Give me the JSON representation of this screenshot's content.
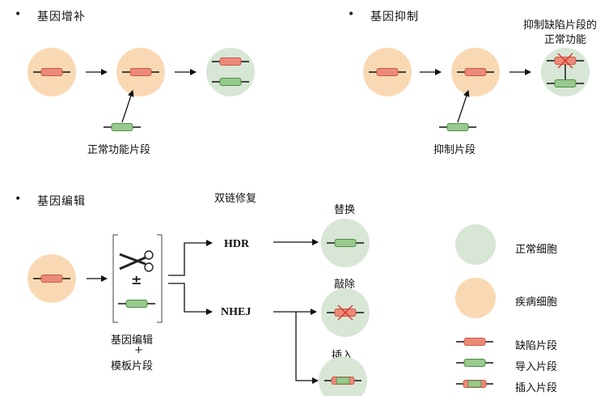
{
  "colors": {
    "normal_cell": "#d8e6d6",
    "disease_cell": "#f9d9b3",
    "defect_fill": "#ec8a79",
    "defect_stroke": "#c85a48",
    "normal_fill": "#98c98d",
    "normal_stroke": "#4e8e45",
    "cross": "#d9302b",
    "line": "#111111"
  },
  "sections": {
    "augmentation": {
      "title": "基因增补",
      "fragment_label": "正常功能片段"
    },
    "suppression": {
      "title": "基因抑制",
      "fragment_label": "抑制片段",
      "result_label_line1": "抑制缺陷片段的",
      "result_label_line2": "正常功能"
    },
    "editing": {
      "title": "基因编辑",
      "tool_label_line1": "基因编辑",
      "tool_label_plus": "+",
      "tool_label_line2": "模板片段",
      "plus_minus": "±",
      "repair_title": "双链修复",
      "hdr": "HDR",
      "nhej": "NHEJ",
      "replace": "替换",
      "knockout": "敲除",
      "insert": "插入"
    }
  },
  "legend": {
    "normal_cell": "正常细胞",
    "disease_cell": "疾病细胞",
    "defect_fragment": "缺陷片段",
    "imported_fragment": "导入片段",
    "inserted_fragment": "插入片段"
  }
}
